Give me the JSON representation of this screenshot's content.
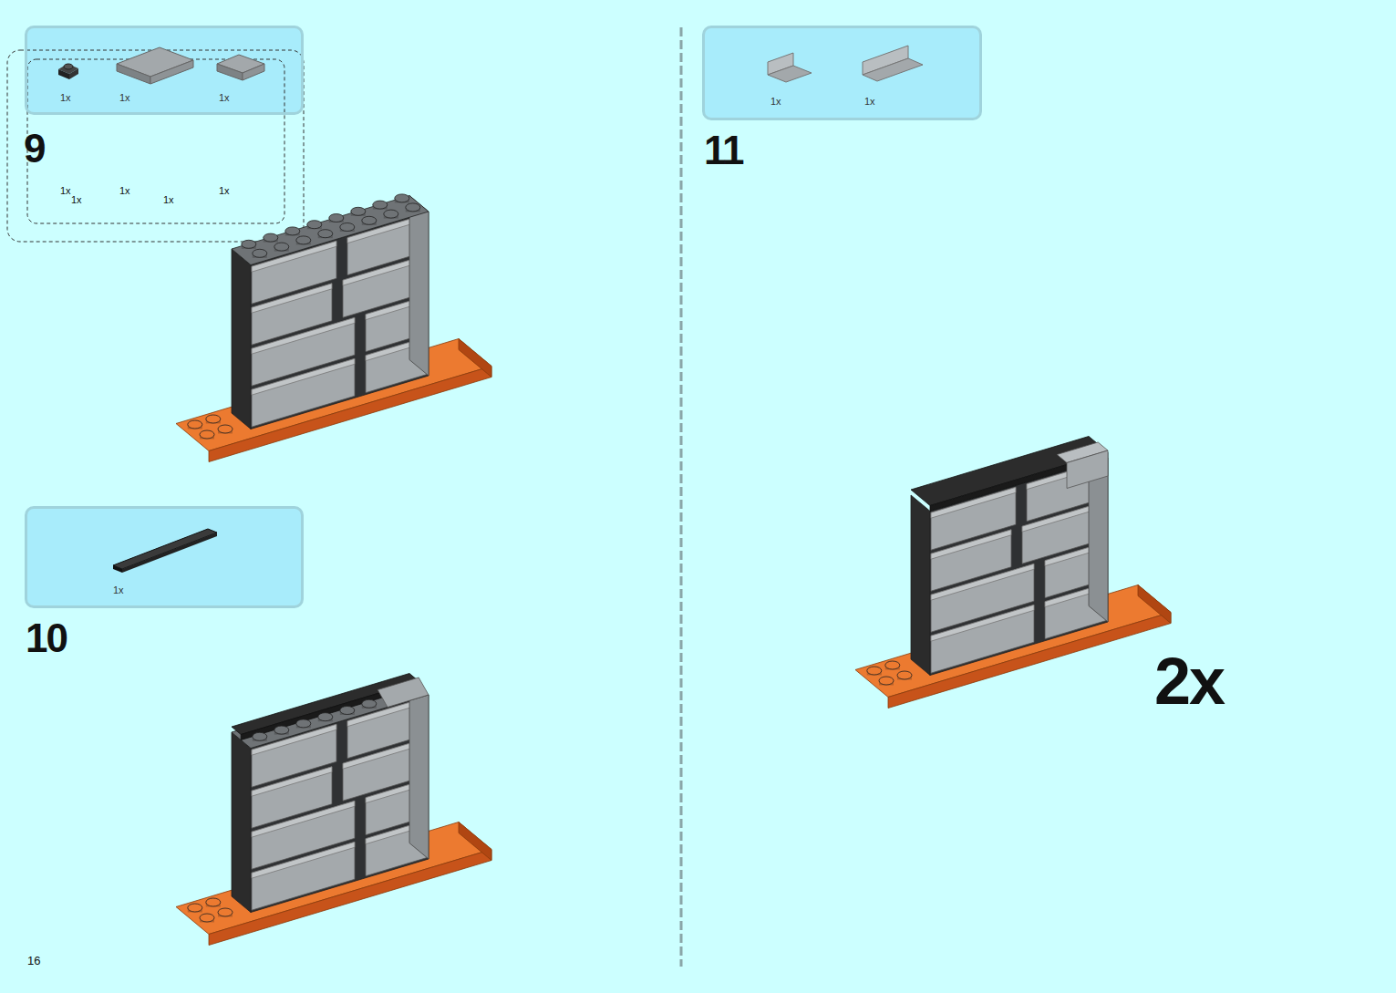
{
  "diagram": {
    "nodes": [
      {
        "text": [
          "1x",
          "1x",
          "1x"
        ]
      },
      {
        "text": [
          "1x"
        ]
      },
      {
        "text": [
          "1x",
          "1x"
        ]
      }
    ],
    "labels": [
      "9",
      "10",
      "11",
      "2x",
      "1x",
      "1x",
      "1x",
      "1x",
      "1x",
      "16"
    ]
  }
}
